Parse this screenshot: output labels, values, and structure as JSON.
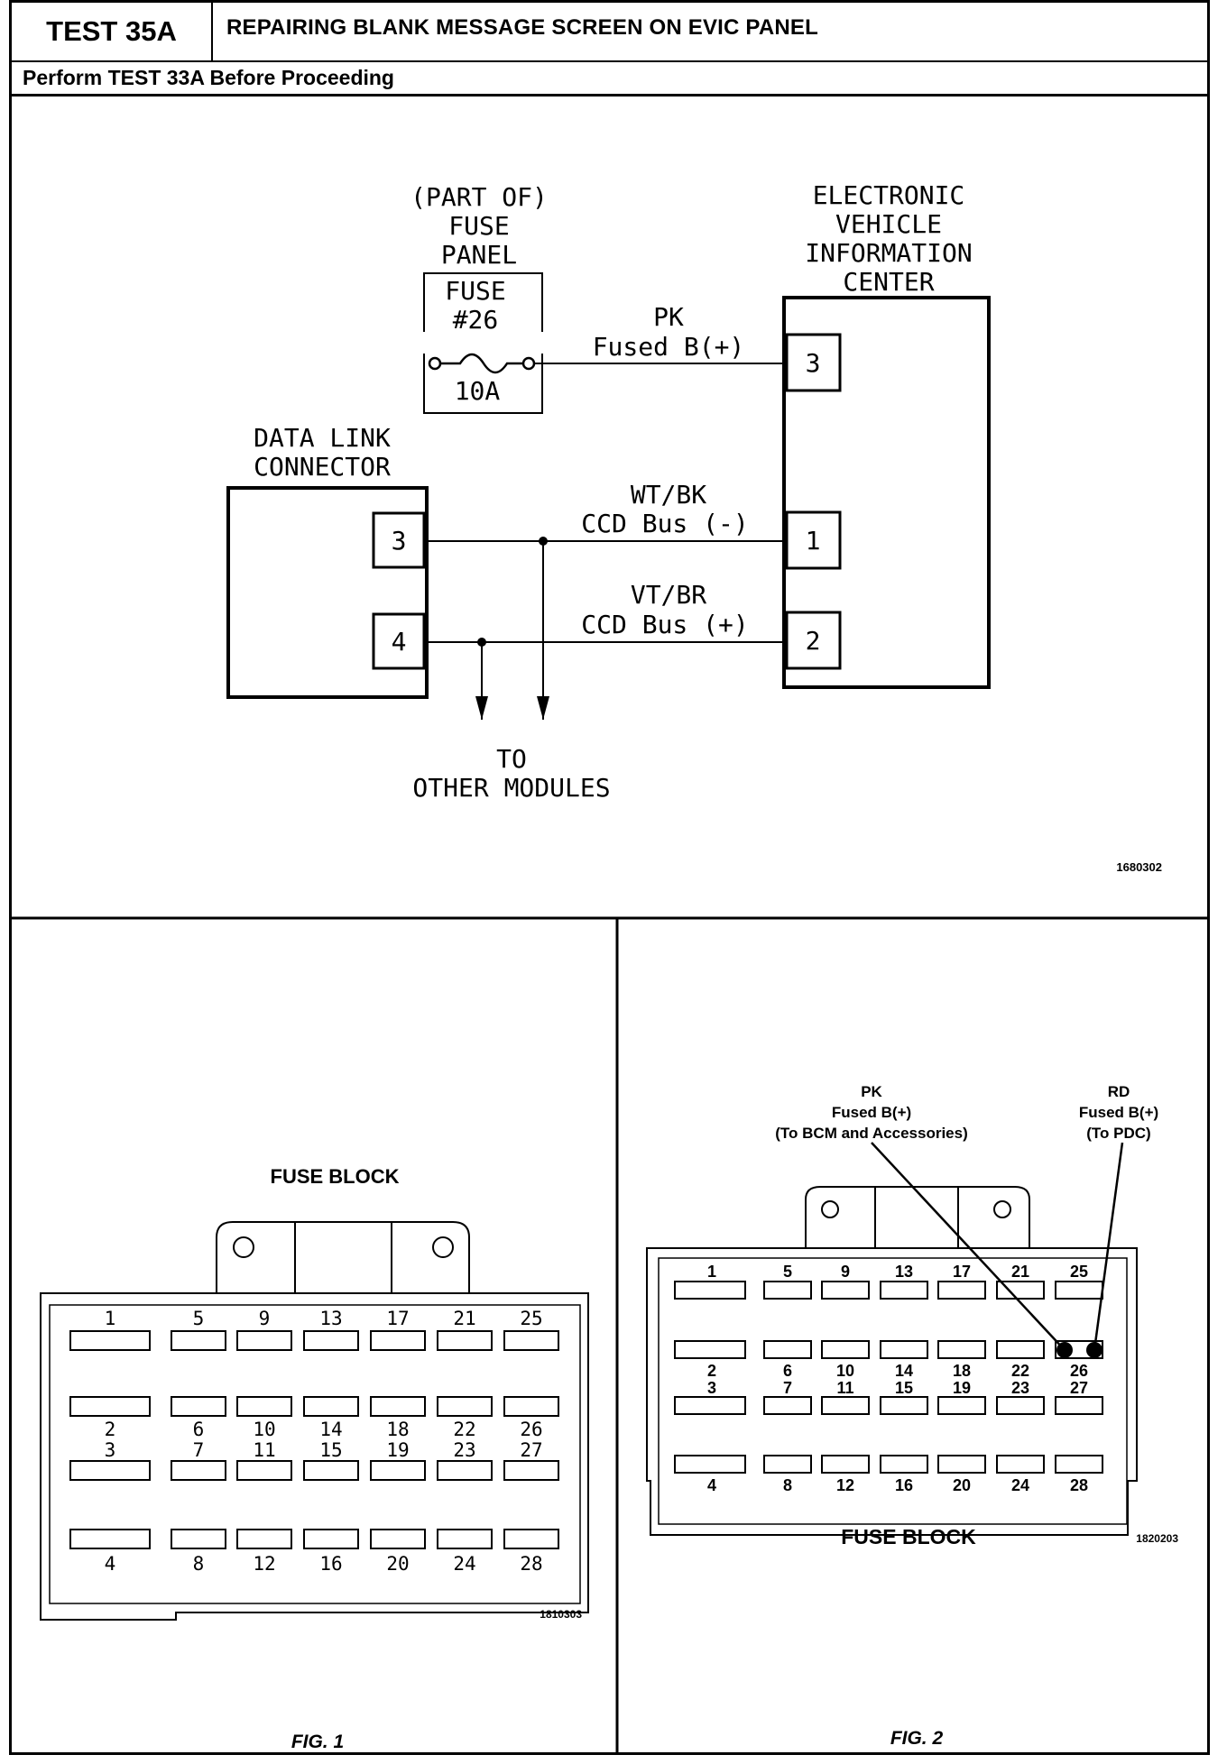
{
  "header": {
    "test_id": "TEST 35A",
    "title": "REPAIRING BLANK MESSAGE SCREEN ON EVIC PANEL",
    "prerequisite": "Perform TEST 33A Before Proceeding"
  },
  "schematic": {
    "fuse_panel_label": [
      "(PART OF)",
      "FUSE",
      "PANEL"
    ],
    "fuse_name": [
      "FUSE",
      "#26"
    ],
    "fuse_rating": "10A",
    "evic_label": [
      "ELECTRONIC",
      "VEHICLE",
      "INFORMATION",
      "CENTER"
    ],
    "dlc_label": [
      "DATA LINK",
      "CONNECTOR"
    ],
    "wire_fused": {
      "color": "PK",
      "circuit": "Fused B(+)"
    },
    "wire_bus_neg": {
      "color": "WT/BK",
      "circuit": "CCD Bus (-)"
    },
    "wire_bus_pos": {
      "color": "VT/BR",
      "circuit": "CCD Bus (+)"
    },
    "evic_pins": {
      "fused": "3",
      "bus_neg": "1",
      "bus_pos": "2"
    },
    "dlc_pins": {
      "bus_neg": "3",
      "bus_pos": "4"
    },
    "other_modules": [
      "TO",
      "OTHER MODULES"
    ],
    "ref_number": "1680302"
  },
  "fig1": {
    "title": "FUSE BLOCK",
    "top_numbers": [
      "1",
      "5",
      "9",
      "13",
      "17",
      "21",
      "25"
    ],
    "row2_numbers": [
      "2",
      "6",
      "10",
      "14",
      "18",
      "22",
      "26"
    ],
    "row3_numbers": [
      "3",
      "7",
      "11",
      "15",
      "19",
      "23",
      "27"
    ],
    "bottom_numbers": [
      "4",
      "8",
      "12",
      "16",
      "20",
      "24",
      "28"
    ],
    "ref_number": "1810303",
    "caption": "FIG. 1"
  },
  "fig2": {
    "title": "FUSE BLOCK",
    "callout_pk": [
      "PK",
      "Fused B(+)",
      "(To BCM and Accessories)"
    ],
    "callout_rd": [
      "RD",
      "Fused B(+)",
      "(To PDC)"
    ],
    "top_numbers": [
      "1",
      "5",
      "9",
      "13",
      "17",
      "21",
      "25"
    ],
    "row2_numbers": [
      "2",
      "6",
      "10",
      "14",
      "18",
      "22",
      "26"
    ],
    "row3_numbers": [
      "3",
      "7",
      "11",
      "15",
      "19",
      "23",
      "27"
    ],
    "bottom_numbers": [
      "4",
      "8",
      "12",
      "16",
      "20",
      "24",
      "28"
    ],
    "ref_number": "1820203",
    "caption": "FIG. 2"
  }
}
